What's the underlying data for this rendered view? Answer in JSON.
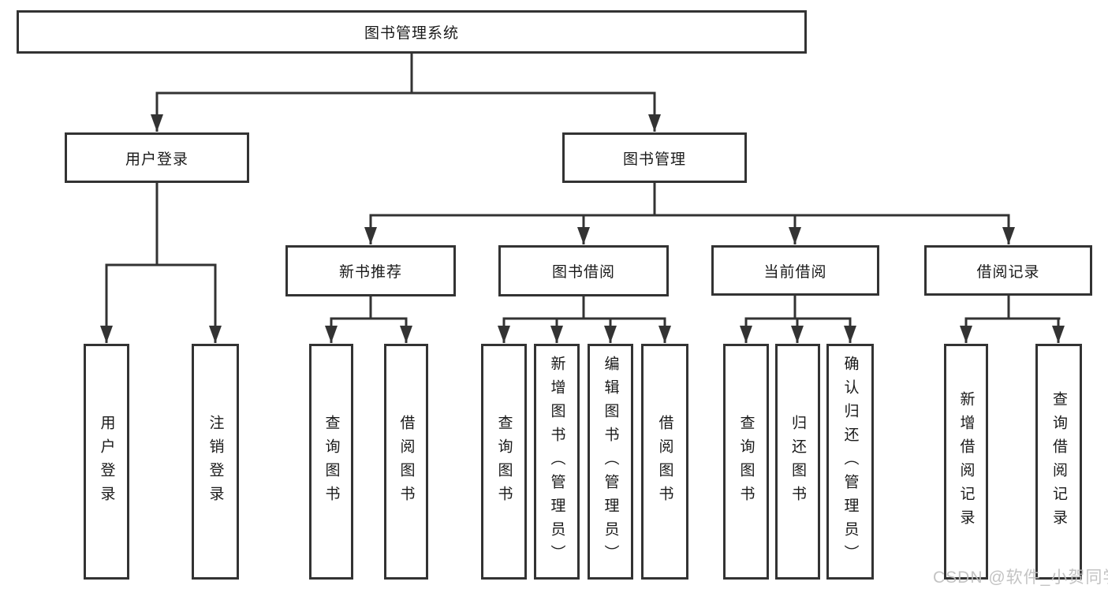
{
  "tree": {
    "root": {
      "label": "图书管理系统",
      "children": [
        {
          "label": "用户登录",
          "children": [
            {
              "label": "用户登录"
            },
            {
              "label": "注销登录"
            }
          ]
        },
        {
          "label": "图书管理",
          "children": [
            {
              "label": "新书推荐",
              "children": [
                {
                  "label": "查询图书"
                },
                {
                  "label": "借阅图书"
                }
              ]
            },
            {
              "label": "图书借阅",
              "children": [
                {
                  "label": "查询图书"
                },
                {
                  "label": "新增图书（管理员）"
                },
                {
                  "label": "编辑图书（管理员）"
                },
                {
                  "label": "借阅图书"
                }
              ]
            },
            {
              "label": "当前借阅",
              "children": [
                {
                  "label": "查询图书"
                },
                {
                  "label": "归还图书"
                },
                {
                  "label": "确认归还（管理员）"
                }
              ]
            },
            {
              "label": "借阅记录",
              "children": [
                {
                  "label": "新增借阅记录"
                },
                {
                  "label": "查询借阅记录"
                }
              ]
            }
          ]
        }
      ]
    }
  },
  "watermark": "CSDN @软件_小贺同学",
  "colors": {
    "line": "#333333",
    "box_border": "#333333",
    "text": "#1a1a1a",
    "watermark": "#bebebe",
    "background": "#ffffff"
  }
}
